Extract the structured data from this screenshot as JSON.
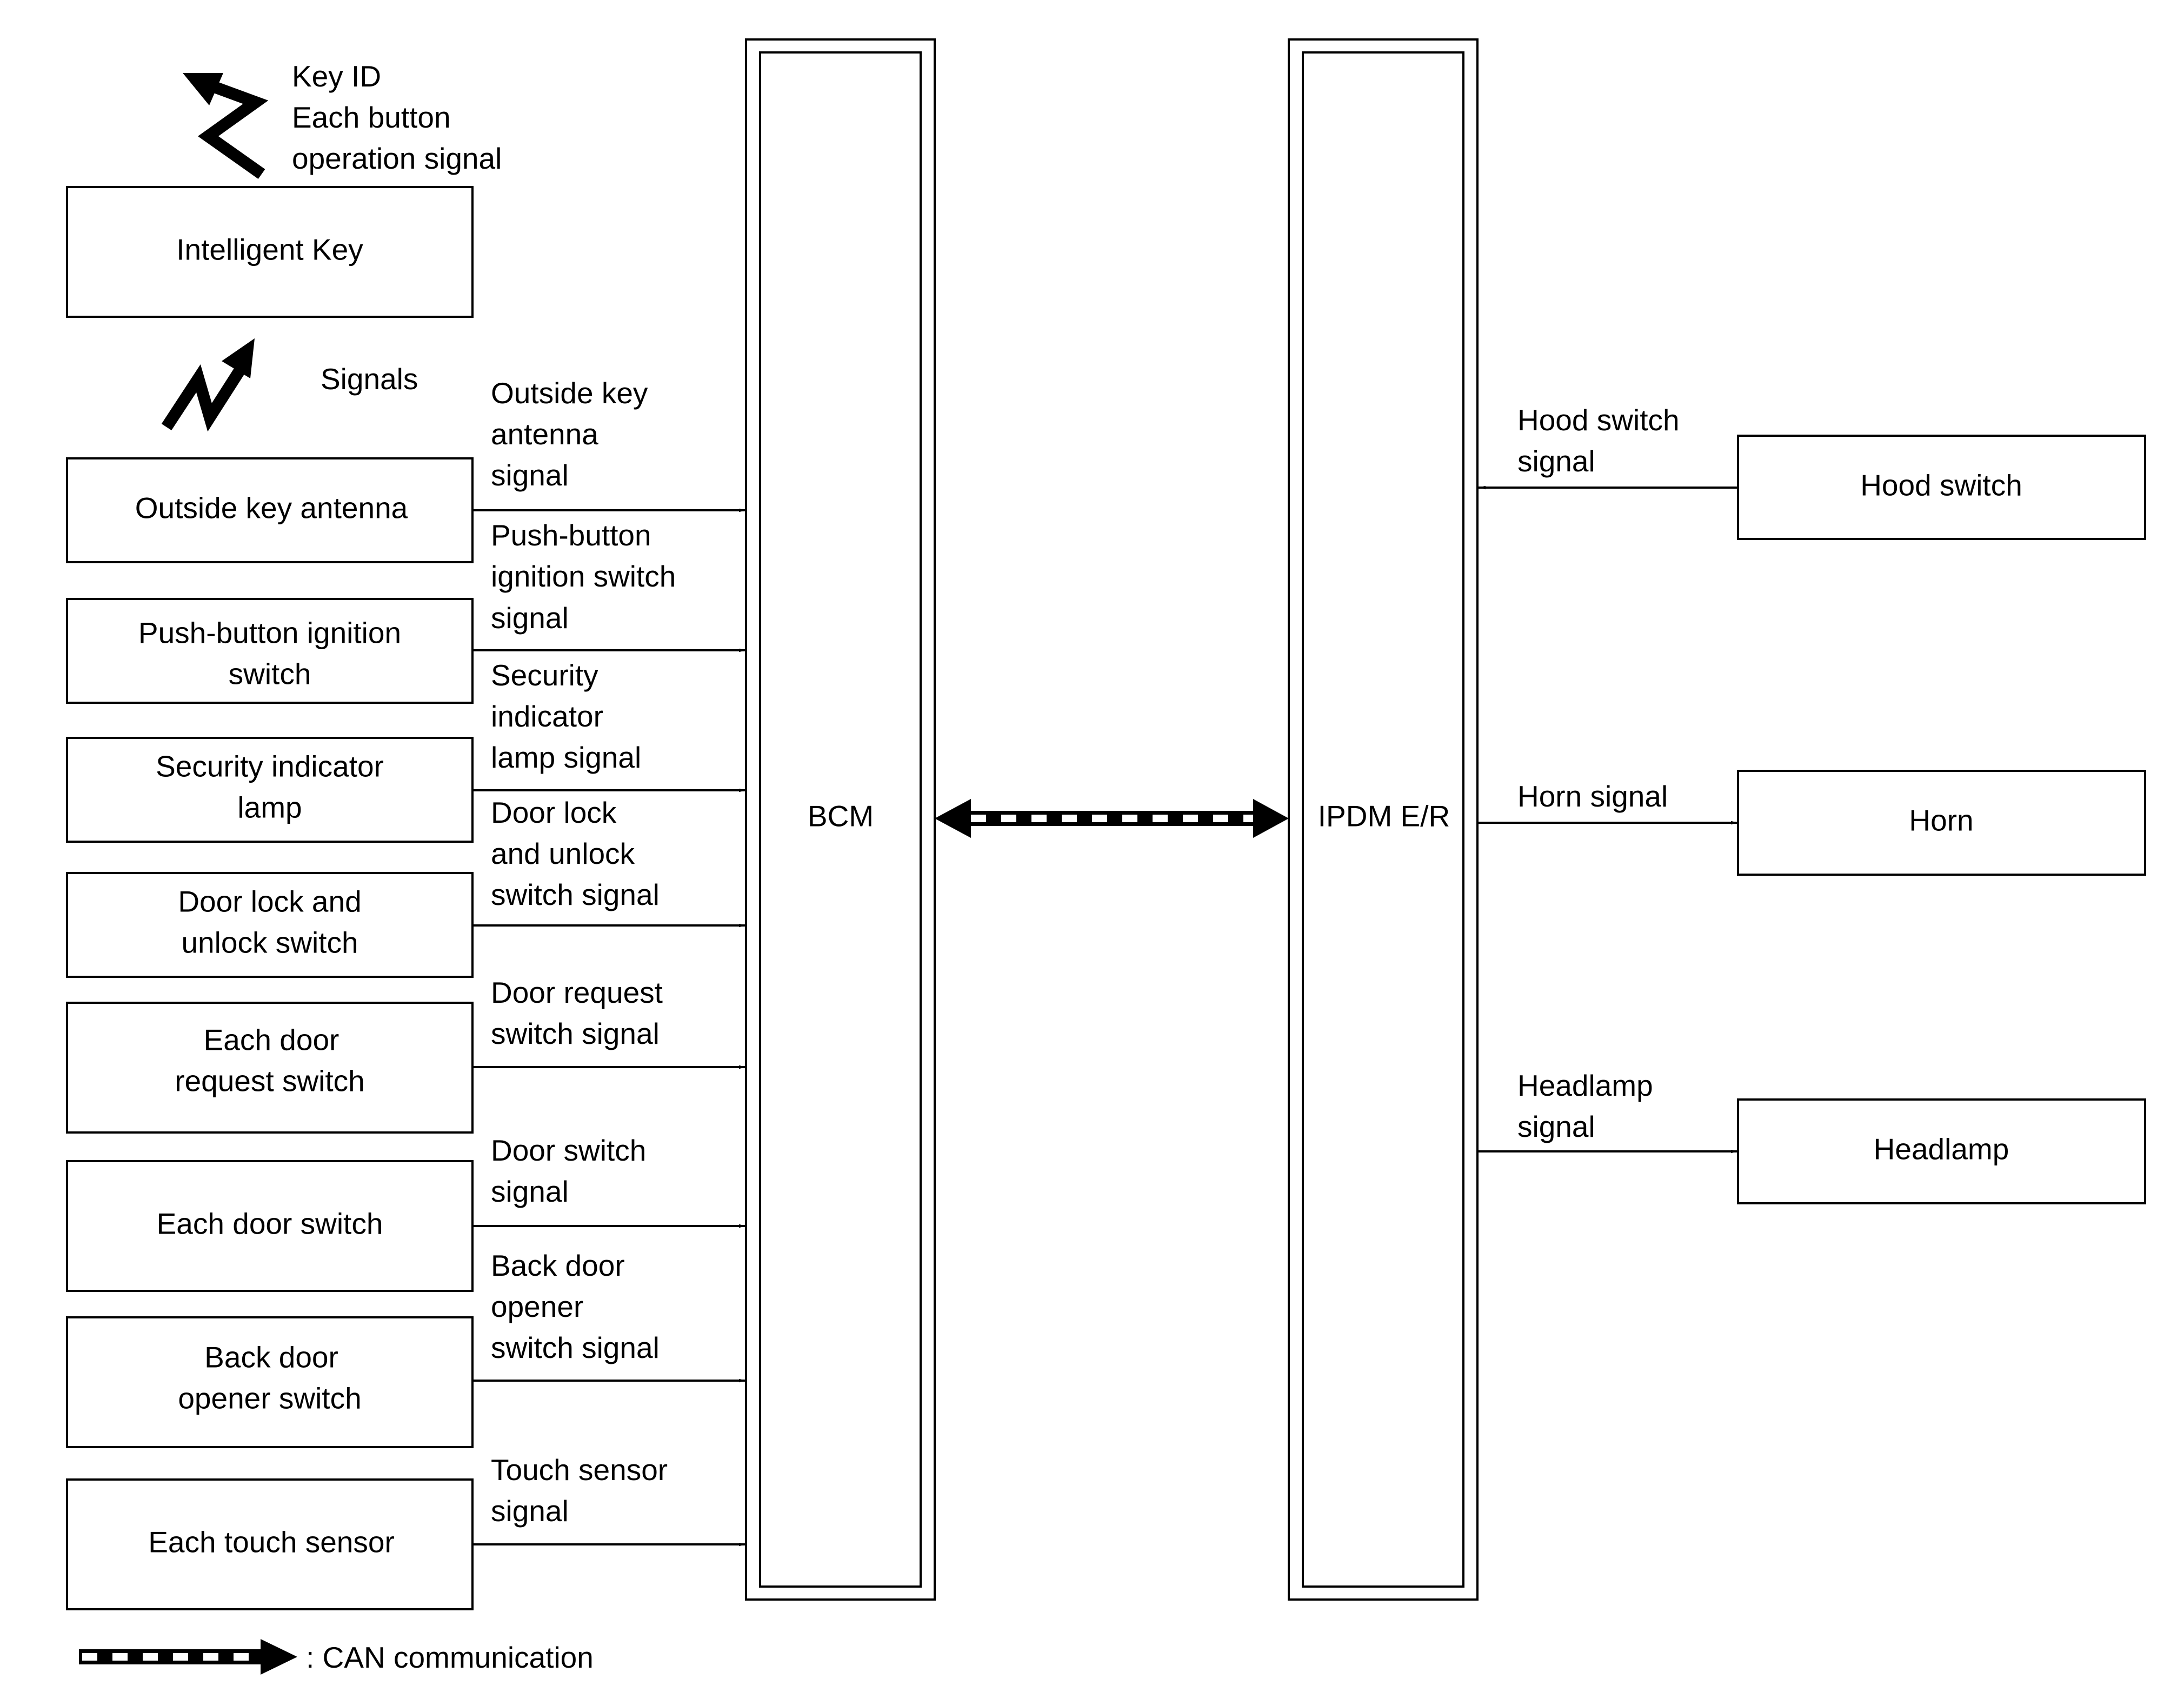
{
  "wireless": {
    "key_id_lines": [
      "Key ID",
      "Each button",
      "operation signal"
    ],
    "signals_label": "Signals"
  },
  "intelligent_key": "Intelligent Key",
  "inputs": [
    {
      "box": [
        "Outside key antenna"
      ],
      "signal": [
        "Outside key",
        "antenna",
        "signal"
      ]
    },
    {
      "box": [
        "Push-button ignition",
        "switch"
      ],
      "signal": [
        "Push-button",
        "ignition switch",
        "signal"
      ]
    },
    {
      "box": [
        "Security indicator",
        "lamp"
      ],
      "signal": [
        "Security",
        "indicator",
        "lamp signal"
      ]
    },
    {
      "box": [
        "Door lock and",
        "unlock switch"
      ],
      "signal": [
        "Door lock",
        "and unlock",
        "switch signal"
      ]
    },
    {
      "box": [
        "Each door",
        "request switch"
      ],
      "signal": [
        "Door request",
        "switch signal"
      ]
    },
    {
      "box": [
        "Each door switch"
      ],
      "signal": [
        "Door switch",
        "signal"
      ]
    },
    {
      "box": [
        "Back door",
        "opener switch"
      ],
      "signal": [
        "Back door",
        "opener",
        "switch signal"
      ]
    },
    {
      "box": [
        "Each touch sensor"
      ],
      "signal": [
        "Touch sensor",
        "signal"
      ]
    }
  ],
  "bcm": "BCM",
  "ipdm": "IPDM E/R",
  "outputs": [
    {
      "box": "Hood switch",
      "signal": [
        "Hood switch",
        "signal"
      ],
      "direction": "input"
    },
    {
      "box": "Horn",
      "signal": [
        "Horn signal"
      ],
      "direction": "output"
    },
    {
      "box": "Headlamp",
      "signal": [
        "Headlamp",
        "signal"
      ],
      "direction": "output"
    }
  ],
  "legend": {
    "label": ": CAN communication"
  }
}
